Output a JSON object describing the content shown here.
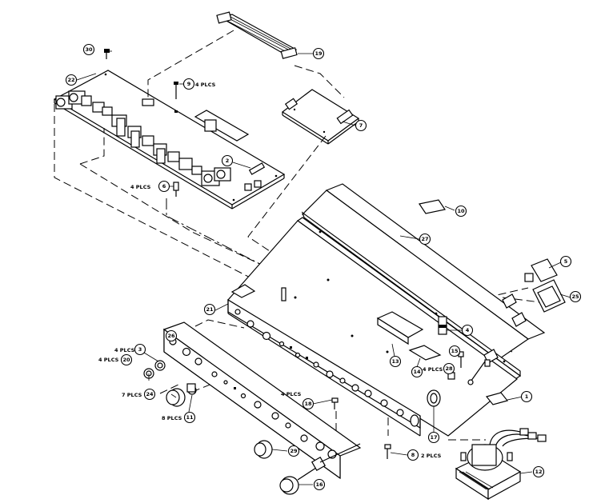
{
  "drawing": {
    "callouts": [
      "30",
      "22",
      "9",
      "19",
      "7",
      "2",
      "6",
      "10",
      "27",
      "5",
      "25",
      "21",
      "4",
      "26",
      "3",
      "20",
      "13",
      "15",
      "28",
      "14",
      "1",
      "24",
      "11",
      "18",
      "17",
      "12",
      "29",
      "8",
      "16"
    ],
    "qty_notes": {
      "n9": "4 PLCS",
      "n6": "4 PLCS",
      "n3": "4 PLCS",
      "n20": "4 PLCS",
      "n24": "7 PLCS",
      "n11": "8 PLCS",
      "n18": "4 PLCS",
      "n28": "4 PLCS",
      "n8": "2 PLCS"
    }
  }
}
